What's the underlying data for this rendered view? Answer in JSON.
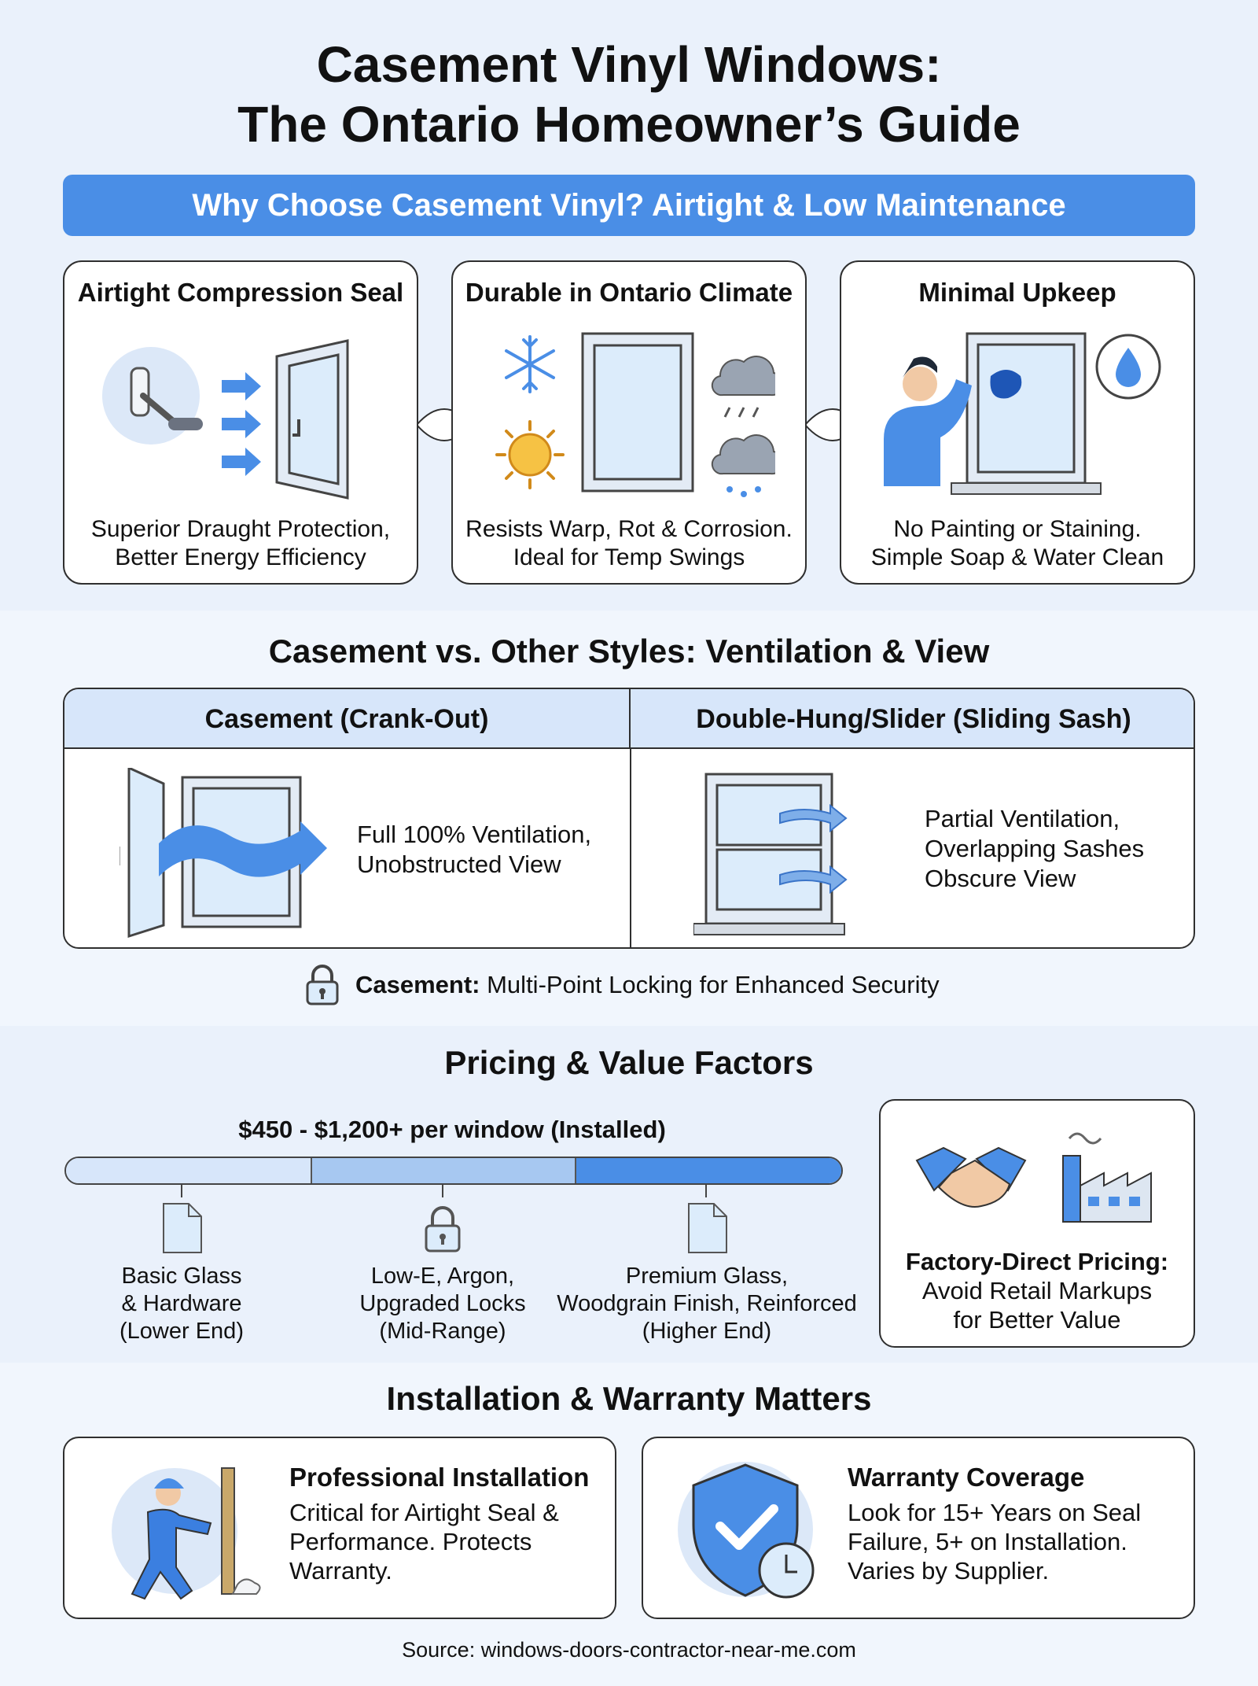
{
  "header": {
    "title_line1": "Casement Vinyl Windows:",
    "title_line2": "The Ontario Homeowner’s Guide",
    "banner": "Why Choose Casement Vinyl? Airtight & Low Maintenance"
  },
  "features": [
    {
      "title": "Airtight Compression Seal",
      "desc1": "Superior Draught Protection,",
      "desc2": "Better Energy Efficiency",
      "icon": "window-crank-icon"
    },
    {
      "title": "Durable in Ontario Climate",
      "desc1": "Resists Warp, Rot & Corrosion.",
      "desc2": "Ideal for Temp Swings",
      "icon": "weather-window-icon"
    },
    {
      "title": "Minimal Upkeep",
      "desc1": "No Painting or Staining.",
      "desc2": "Simple Soap & Water Clean",
      "icon": "cleaning-window-icon"
    }
  ],
  "comparison": {
    "heading": "Casement vs. Other Styles: Ventilation & View",
    "casement": {
      "header": "Casement (Crank-Out)",
      "line1": "Full 100% Ventilation,",
      "line2": "Unobstructed View"
    },
    "slider": {
      "header": "Double-Hung/Slider (Sliding Sash)",
      "line1": "Partial Ventilation,",
      "line2": "Overlapping Sashes",
      "line3": "Obscure View"
    },
    "security_bold": "Casement:",
    "security_text": " Multi-Point Locking for Enhanced Security"
  },
  "pricing": {
    "heading": "Pricing & Value Factors",
    "range": "$450 - $1,200+ per window (Installed)",
    "tiers": [
      {
        "l1": "Basic Glass",
        "l2": "& Hardware",
        "l3": "(Lower End)"
      },
      {
        "l1": "Low-E, Argon,",
        "l2": "Upgraded Locks",
        "l3": "(Mid-Range)"
      },
      {
        "l1": "Premium Glass,",
        "l2": "Woodgrain Finish, Reinforced",
        "l3": "(Higher End)"
      }
    ],
    "factory_title": "Factory-Direct Pricing:",
    "factory_l1": "Avoid Retail Markups",
    "factory_l2": "for Better Value"
  },
  "install": {
    "heading": "Installation & Warranty Matters",
    "pro_title": "Professional Installation",
    "pro_l1": "Critical for Airtight Seal &",
    "pro_l2": "Performance. Protects",
    "pro_l3": "Warranty.",
    "war_title": "Warranty Coverage",
    "war_l1": "Look for 15+ Years on Seal",
    "war_l2": "Failure, 5+ on Installation.",
    "war_l3": "Varies by Supplier."
  },
  "footer": {
    "source": "Source: windows-doors-contractor-near-me.com"
  },
  "colors": {
    "accent": "#4a8ee6",
    "light_blue": "#d7e6fa",
    "background": "#eaf1fb"
  }
}
